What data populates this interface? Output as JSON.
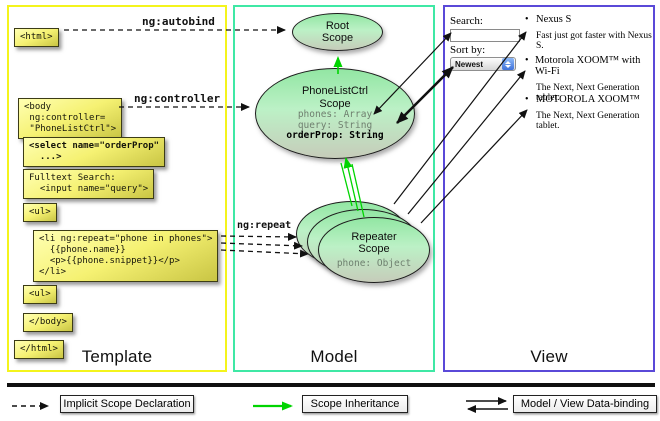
{
  "columns": {
    "template": {
      "title": "Template"
    },
    "model": {
      "title": "Model"
    },
    "view": {
      "title": "View"
    }
  },
  "annotations": {
    "autobind": "ng:autobind",
    "controller": "ng:controller",
    "repeat": "ng:repeat"
  },
  "template_code": {
    "html_open": "<html>",
    "body_open": "<body\n ng:controller=\n \"PhoneListCtrl\">",
    "select": "<select name=\"orderProp\"\n  ...>",
    "fulltext": "Fulltext Search:\n  <input name=\"query\">",
    "ul_open": "<ul>",
    "li_repeat": "<li ng:repeat=\"phone in phones\">\n  {{phone.name}}\n  <p>{{phone.snippet}}</p>\n</li>",
    "ul_close": "<ul>",
    "body_close": "</body>",
    "html_close": "</html>"
  },
  "model_scopes": {
    "root": {
      "title": "Root\nScope"
    },
    "ctrl": {
      "title": "PhoneListCtrl\nScope",
      "prop_phones": "phones: Array",
      "prop_query": "query: String",
      "prop_orderprop": "orderProp: String"
    },
    "repeater": {
      "title": "Repeater\nScope",
      "prop_phone": "phone: Object"
    }
  },
  "view": {
    "search_label": "Search:",
    "search_value": "",
    "sort_label": "Sort by:",
    "sort_value": "Newest",
    "items": [
      {
        "bullet": "•",
        "title": "Nexus S",
        "desc": "Fast just got faster with Nexus S."
      },
      {
        "bullet": "•",
        "title": "Motorola XOOM™ with Wi-Fi",
        "desc": "The Next, Next Generation tablet."
      },
      {
        "bullet": "•",
        "title": "MOTOROLA XOOM™",
        "desc": "The Next, Next Generation tablet."
      }
    ]
  },
  "legend": {
    "implicit": "Implicit Scope Declaration",
    "inheritance": "Scope Inheritance",
    "binding": "Model / View Data-binding"
  },
  "colors": {
    "template_border": "#f4f41c",
    "model_border": "#3fe8a5",
    "view_border": "#5a49d8",
    "inheritance_green": "#00d400",
    "code_box_yellow": "#f5f172",
    "scope_green": "#9ce9ac"
  }
}
